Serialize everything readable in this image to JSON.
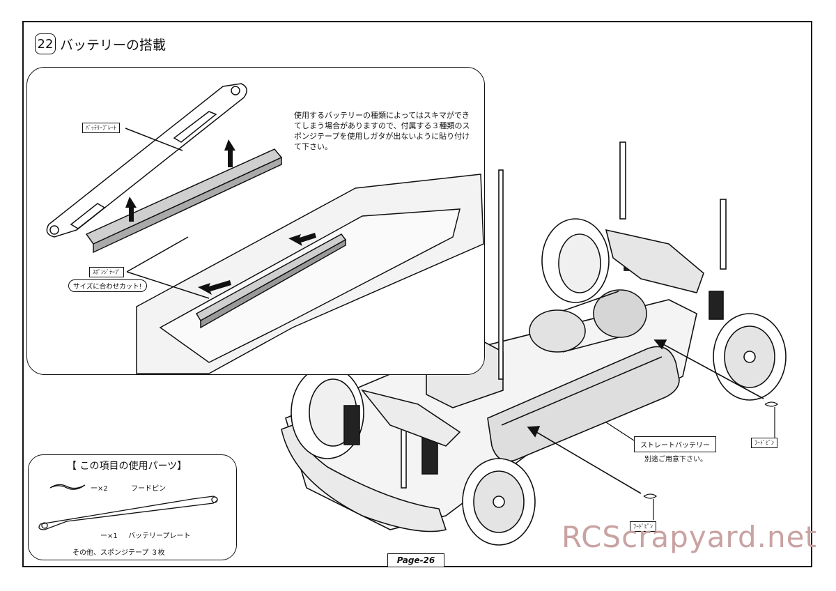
{
  "header": {
    "step_number": "22",
    "title": "バッテリーの搭載"
  },
  "inset": {
    "note": "使用するバッテリーの種類によってはスキマができてしまう場合がありますので、付属する３種類のスポンジテープを使用しガタが出ないように貼り付けて下さい。",
    "labels": {
      "battery_plate": "ﾊﾞｯﾃﾘｰﾌﾟﾚｰﾄ",
      "sponge_tape": "ｽﾎﾟﾝｼﾞﾃｰﾌﾟ",
      "cut_to_size": "サイズに合わせカット!"
    }
  },
  "main": {
    "straight_battery": "ストレートバッテリー",
    "sold_separately": "別途ご用意下さい。",
    "body_pin_1": "ﾌｰﾄﾞﾋﾟﾝ",
    "body_pin_2": "ﾌｰﾄﾞﾋﾟﾝ"
  },
  "parts": {
    "heading": "【 この項目の使用パーツ】",
    "items": [
      {
        "qty": "ー×2",
        "name": "フードピン"
      },
      {
        "qty": "ー×1",
        "name": "バッテリープレート"
      }
    ],
    "other": "その他、スポンジテープ ３枚"
  },
  "footer": {
    "page": "Page-26"
  },
  "watermark": "RCScrapyard.net"
}
